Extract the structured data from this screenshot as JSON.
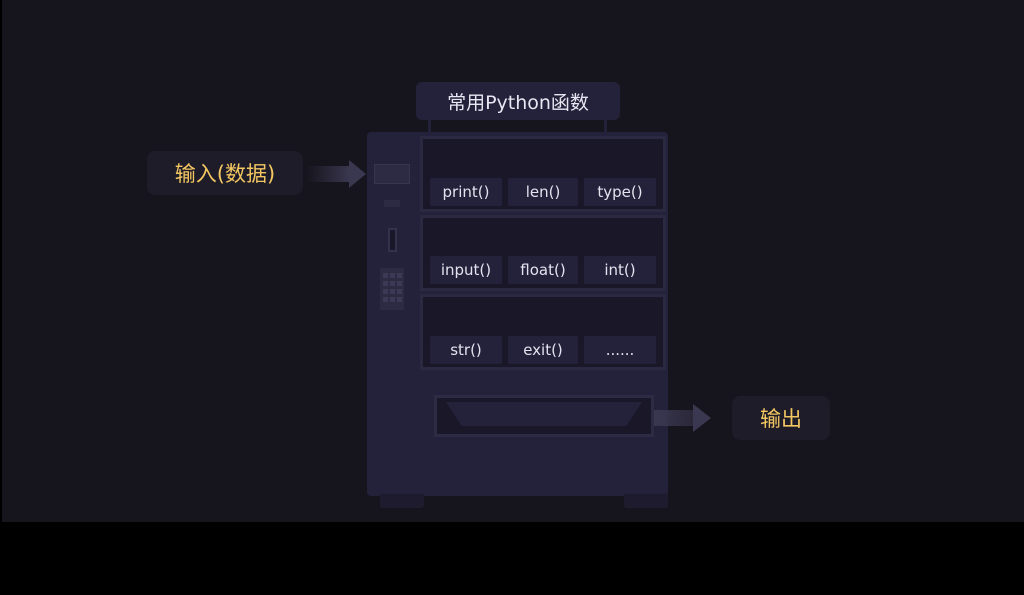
{
  "title": "常用Python函数",
  "input_label": "输入(数据)",
  "output_label": "输出",
  "shelves": [
    {
      "functions": [
        "print()",
        "len()",
        "type()"
      ]
    },
    {
      "functions": [
        "input()",
        "float()",
        "int()"
      ]
    },
    {
      "functions": [
        "str()",
        "exit()",
        "......"
      ]
    }
  ],
  "colors": {
    "accent_text": "#f2c660",
    "machine_body": "#24213a",
    "background": "#16141c"
  }
}
